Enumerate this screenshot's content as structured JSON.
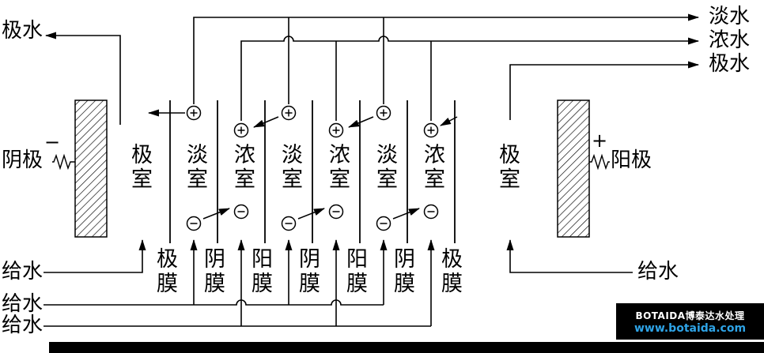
{
  "outlets": {
    "left_electrode_water": "极水",
    "fresh_water": "淡水",
    "concentrate_water": "浓水",
    "right_electrode_water": "极水"
  },
  "electrodes": {
    "cathode": "阴极",
    "cathode_sign": "−",
    "anode": "阳极",
    "anode_sign": "+"
  },
  "chambers": [
    "极室",
    "淡室",
    "浓室",
    "淡室",
    "浓室",
    "淡室",
    "浓室",
    "极室"
  ],
  "membranes": [
    "极膜",
    "阴膜",
    "阳膜",
    "阴膜",
    "阳膜",
    "阴膜",
    "极膜"
  ],
  "feeds": {
    "left": [
      "给水",
      "给水",
      "给水"
    ],
    "right": "给水"
  },
  "ions": {
    "cation_sign": "+",
    "anion_sign": "−",
    "cation_count": 6,
    "anion_count": 6
  },
  "watermark": {
    "line1": "BOTAIDA博泰达水处理",
    "line2": "www.botaida.com"
  },
  "colors": {
    "line": "#000000",
    "background": "#ffffff",
    "watermark_bg": "#000000",
    "watermark_text": "#ffffff",
    "watermark_link": "#2ea3e6"
  }
}
